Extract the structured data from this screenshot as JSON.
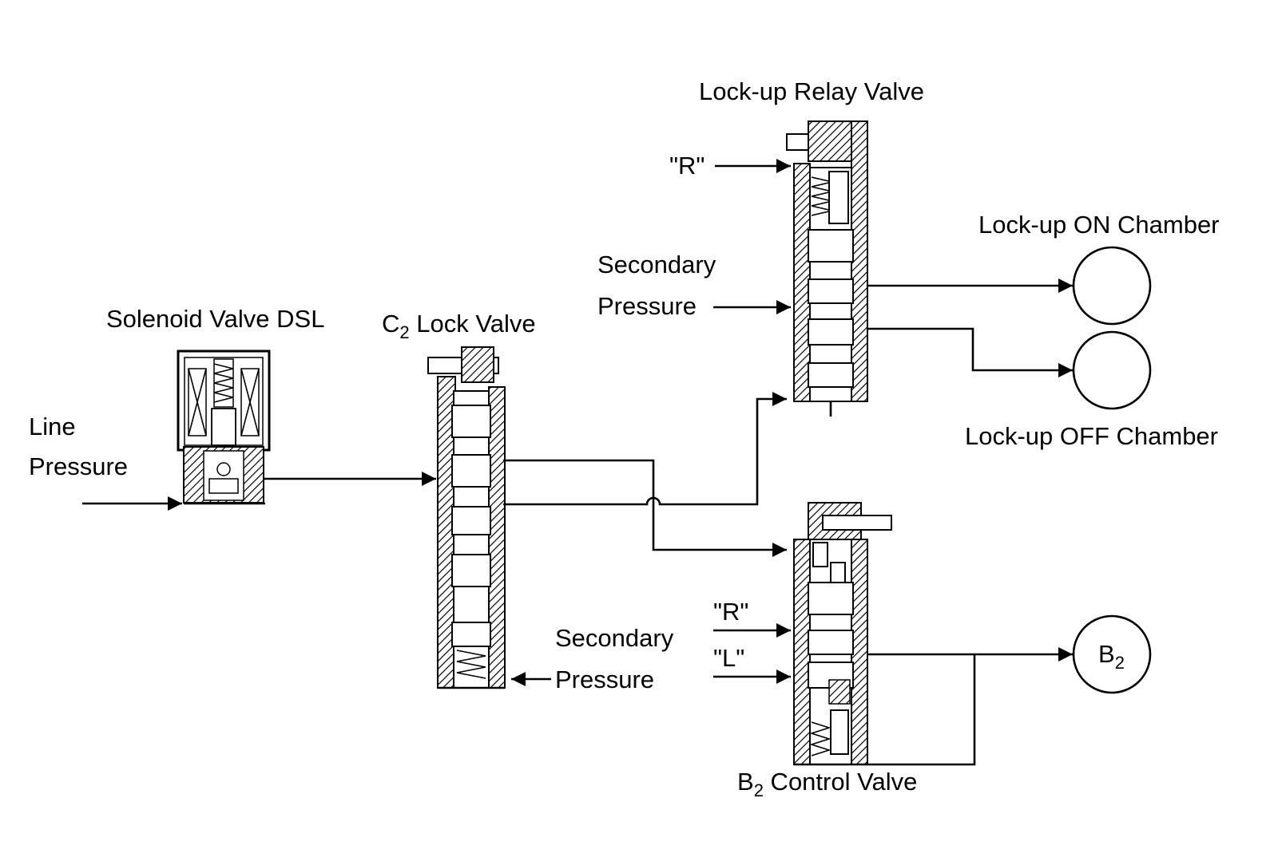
{
  "labels": {
    "solenoid_title": "Solenoid Valve DSL",
    "line_pressure_1": "Line",
    "line_pressure_2": "Pressure",
    "c2_lock_letter": "C",
    "c2_lock_sub": "2",
    "c2_lock_rest": " Lock Valve",
    "secondary_bottom_1": "Secondary",
    "secondary_bottom_2": "Pressure",
    "relay_title": "Lock-up Relay Valve",
    "relay_r_port": "\"R\"",
    "secondary_top_1": "Secondary",
    "secondary_top_2": "Pressure",
    "lockup_on": "Lock-up ON Chamber",
    "lockup_off": "Lock-up OFF Chamber",
    "b2_ctrl_letter": "B",
    "b2_ctrl_sub": "2",
    "b2_ctrl_rest": " Control Valve",
    "b2_r_port": "\"R\"",
    "b2_l_port": "\"L\"",
    "b2_circle_letter": "B",
    "b2_circle_sub": "2"
  }
}
